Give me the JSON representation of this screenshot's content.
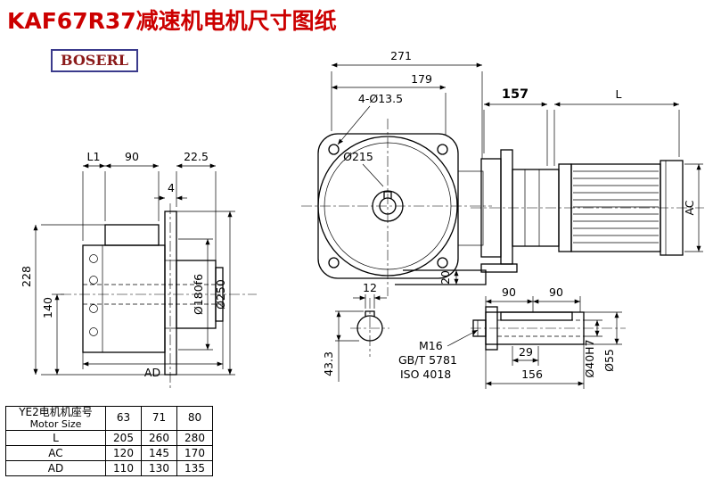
{
  "header": {
    "title": "KAF67R37减速机电机尺寸图纸",
    "logo": "BOSERL"
  },
  "colors": {
    "title_red": "#cc0000",
    "logo_text": "#8b1a1a",
    "logo_border": "#3b3b8c",
    "line": "#000000"
  },
  "dims": {
    "overall_271": "271",
    "flange_179": "179",
    "bolt_holes": "4-Ø13.5",
    "flange_circle": "Ø215",
    "gearbox_157": "157",
    "motor_L": "L",
    "motor_AC": "AC",
    "foot_20": "20",
    "side_L1": "L1",
    "side_90": "90",
    "side_22_5": "22.5",
    "flange_thk_4": "4",
    "height_228": "228",
    "center_140": "140",
    "side_AD": "AD",
    "spigot_180": "Ø180f6",
    "flange_250": "Ø250",
    "key_w_12": "12",
    "bore_key_43_3": "43.3",
    "shaft_90a": "90",
    "shaft_90b": "90",
    "screw_M16": "M16",
    "screw_gb": "GB/T 5781",
    "screw_iso": "ISO 4018",
    "screw_29": "29",
    "shaft_156": "156",
    "bore_40": "Ø40H7",
    "shaft_55": "Ø55"
  },
  "table": {
    "size_label_cn": "YE2电机机座号",
    "size_label_en": "Motor Size",
    "sizes": [
      "63",
      "71",
      "80"
    ],
    "rows": [
      {
        "label": "L",
        "values": [
          "205",
          "260",
          "280"
        ]
      },
      {
        "label": "AC",
        "values": [
          "120",
          "145",
          "170"
        ]
      },
      {
        "label": "AD",
        "values": [
          "110",
          "130",
          "135"
        ]
      }
    ]
  }
}
